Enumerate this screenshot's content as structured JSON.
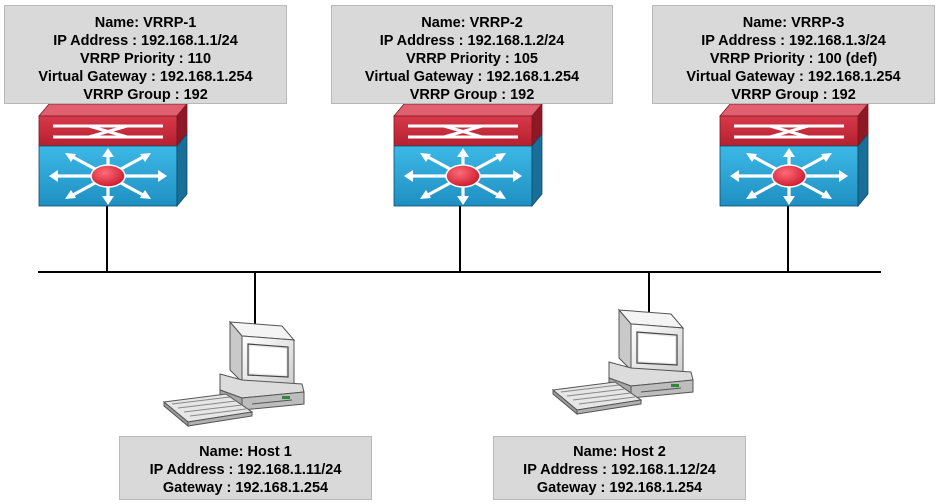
{
  "routers": [
    {
      "name": "Name: VRRP-1",
      "ip": "IP Address : 192.168.1.1/24",
      "priority": "VRRP Priority : 110",
      "gateway": "Virtual Gateway : 192.168.1.254",
      "group": "VRRP Group : 192"
    },
    {
      "name": "Name: VRRP-2",
      "ip": "IP Address : 192.168.1.2/24",
      "priority": "VRRP Priority : 105",
      "gateway": "Virtual Gateway : 192.168.1.254",
      "group": "VRRP Group : 192"
    },
    {
      "name": "Name: VRRP-3",
      "ip": "IP Address : 192.168.1.3/24",
      "priority": "VRRP Priority : 100 (def)",
      "gateway": "Virtual Gateway : 192.168.1.254",
      "group": "VRRP Group : 192"
    }
  ],
  "hosts": [
    {
      "name": "Name: Host 1",
      "ip": "IP Address : 192.168.1.11/24",
      "gateway": "Gateway : 192.168.1.254"
    },
    {
      "name": "Name: Host 2",
      "ip": "IP Address : 192.168.1.12/24",
      "gateway": "Gateway : 192.168.1.254"
    }
  ],
  "colors": {
    "label_box": "#d9d9d9",
    "switch_top": "#c8283a",
    "switch_body": "#2aa7d6",
    "switch_hub": "#e0263a"
  }
}
